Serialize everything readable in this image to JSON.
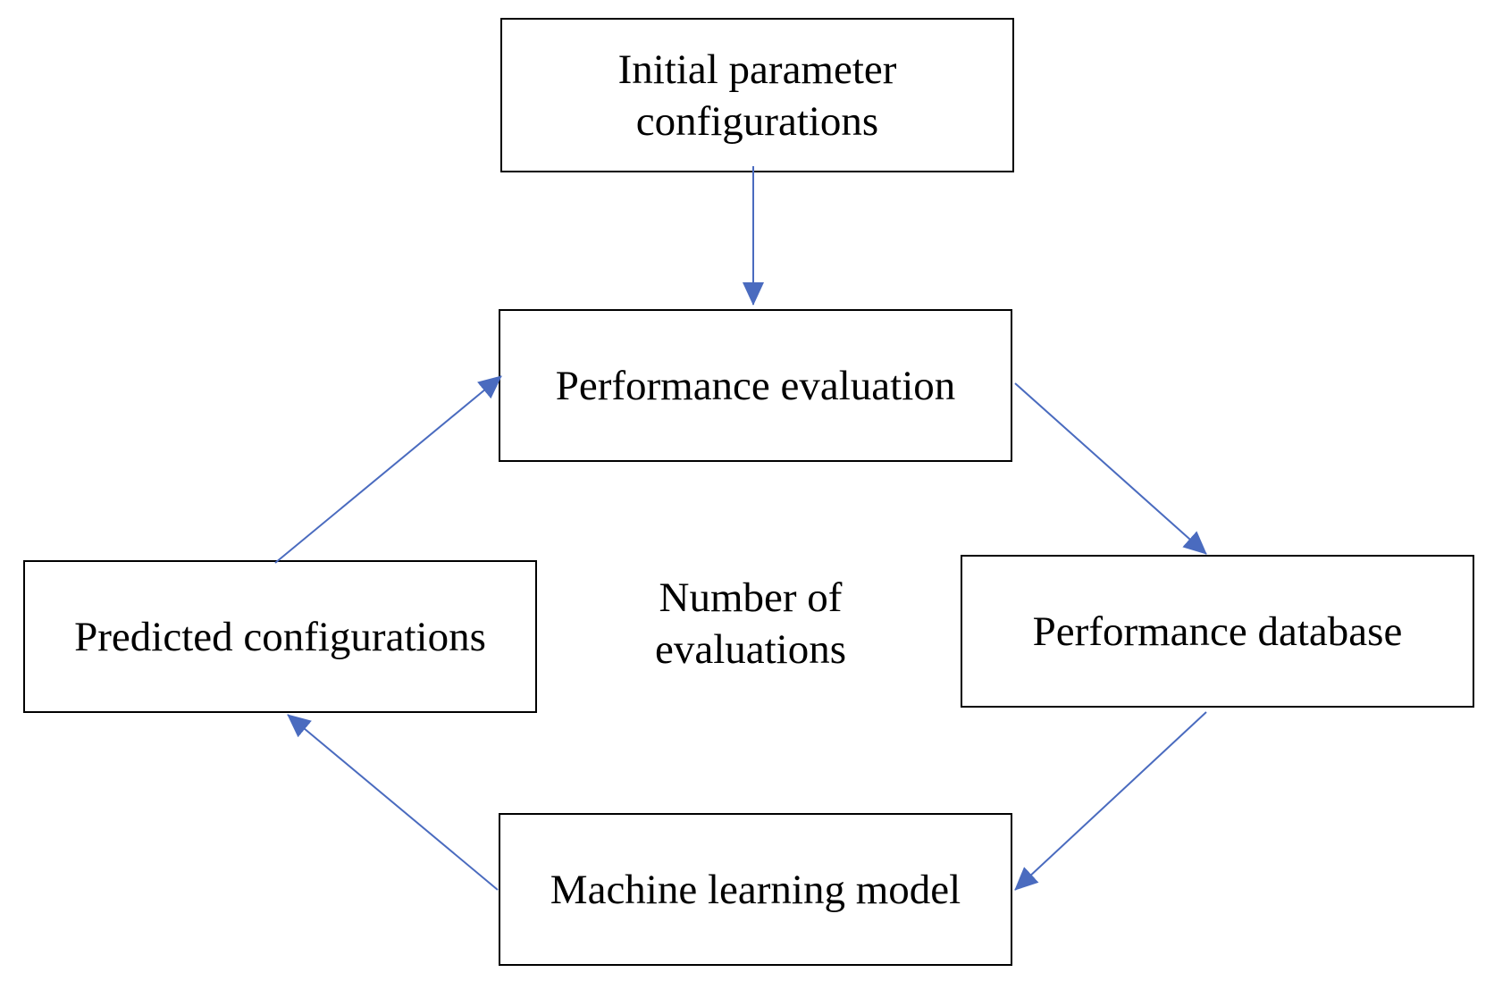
{
  "diagram": {
    "nodes": {
      "initial": {
        "label": "Initial parameter\nconfigurations"
      },
      "evaluation": {
        "label": "Performance evaluation"
      },
      "database": {
        "label": "Performance database"
      },
      "model": {
        "label": "Machine learning model"
      },
      "predicted": {
        "label": "Predicted configurations"
      }
    },
    "center_label": "Number of\nevaluations",
    "edges": [
      {
        "from": "initial",
        "to": "evaluation"
      },
      {
        "from": "evaluation",
        "to": "database"
      },
      {
        "from": "database",
        "to": "model"
      },
      {
        "from": "model",
        "to": "predicted"
      },
      {
        "from": "predicted",
        "to": "evaluation"
      }
    ],
    "colors": {
      "arrow": "#4a6bbf",
      "box_border": "#000000"
    }
  }
}
